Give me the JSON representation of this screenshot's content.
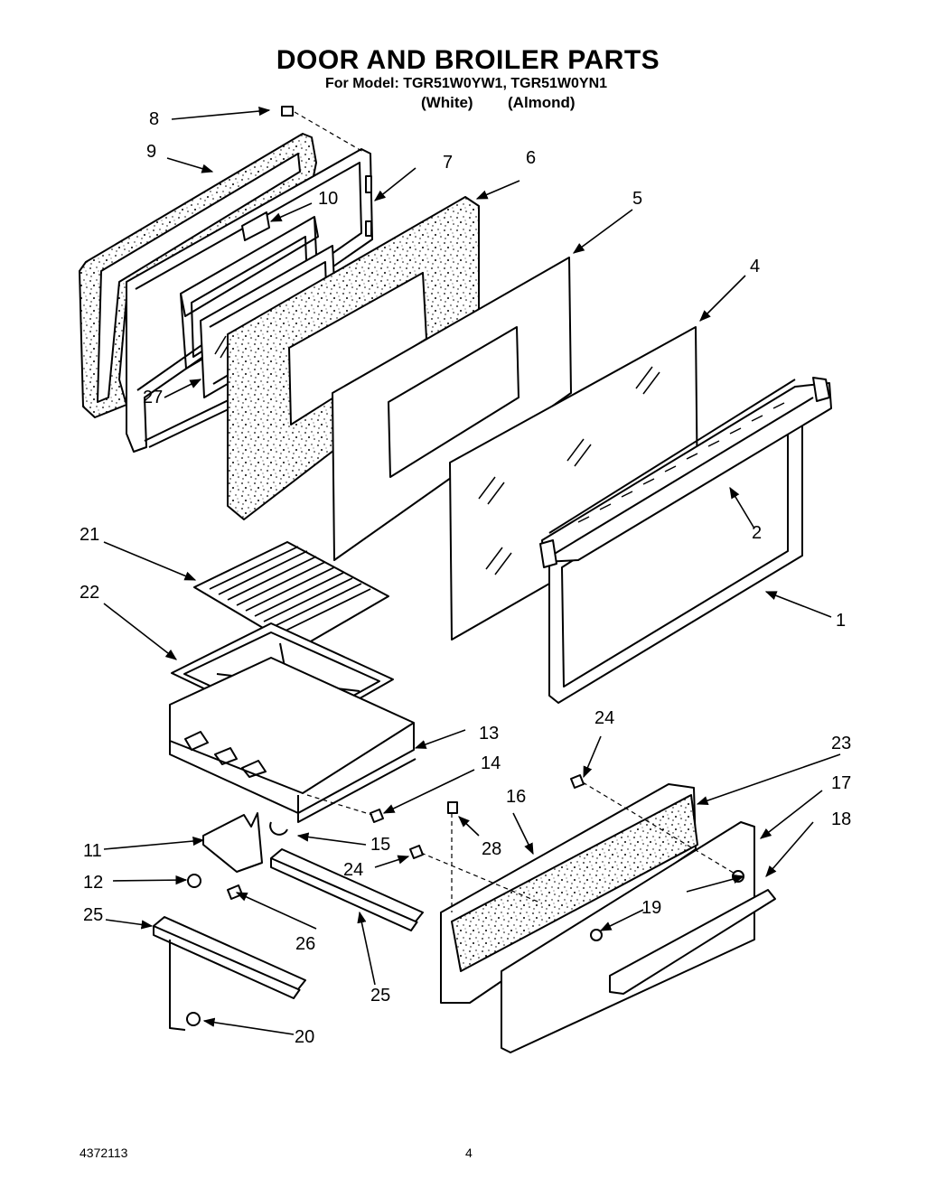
{
  "title": "DOOR AND BROILER PARTS",
  "model_line": "For Model: TGR51W0YW1, TGR51W0YN1",
  "variants": {
    "white": "(White)",
    "almond": "(Almond)"
  },
  "callouts": {
    "c1": "1",
    "c2": "2",
    "c4": "4",
    "c5": "5",
    "c6": "6",
    "c7": "7",
    "c8": "8",
    "c9": "9",
    "c10": "10",
    "c11": "11",
    "c12": "12",
    "c13": "13",
    "c14": "14",
    "c15": "15",
    "c16": "16",
    "c17": "17",
    "c18": "18",
    "c19": "19",
    "c20": "20",
    "c21": "21",
    "c22": "22",
    "c23": "23",
    "c24a": "24",
    "c24b": "24",
    "c25a": "25",
    "c25b": "25",
    "c26": "26",
    "c27": "27",
    "c28": "28"
  },
  "footer": {
    "doc_number": "4372113",
    "page": "4"
  }
}
